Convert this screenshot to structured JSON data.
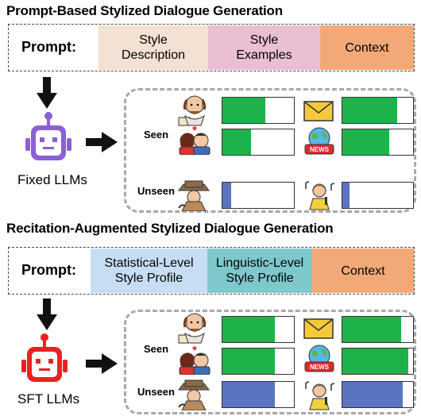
{
  "top": {
    "title": "Prompt-Based Stylized Dialogue Generation",
    "prompt_label": "Prompt:",
    "segments": [
      {
        "line1": "Style",
        "line2": "Description",
        "color": "#f3e1d3"
      },
      {
        "line1": "Style",
        "line2": "Examples",
        "color": "#e9bfd3"
      },
      {
        "line1": "Context",
        "line2": "",
        "color": "#f3a878"
      }
    ],
    "model_label": "Fixed LLMs",
    "robot_color": "#8b5fd6",
    "rows": {
      "seen": "Seen",
      "unseen": "Unseen"
    },
    "bars": [
      {
        "row": "seen-1",
        "col": 1,
        "level": 0.6,
        "kind": "green"
      },
      {
        "row": "seen-1",
        "col": 2,
        "level": 0.78,
        "kind": "green"
      },
      {
        "row": "seen-2",
        "col": 1,
        "level": 0.4,
        "kind": "green"
      },
      {
        "row": "seen-2",
        "col": 2,
        "level": 0.66,
        "kind": "green"
      },
      {
        "row": "unseen",
        "col": 1,
        "level": 0.12,
        "kind": "blue"
      },
      {
        "row": "unseen",
        "col": 2,
        "level": 0.1,
        "kind": "blue"
      }
    ]
  },
  "bottom": {
    "title": "Recitation-Augmented Stylized Dialogue Generation",
    "prompt_label": "Prompt:",
    "segments": [
      {
        "line1": "Statistical-Level",
        "line2": "Style Profile",
        "color": "#c6ddf3"
      },
      {
        "line1": "Linguistic-Level",
        "line2": "Style Profile",
        "color": "#7ec8cc"
      },
      {
        "line1": "Context",
        "line2": "",
        "color": "#f3a878"
      }
    ],
    "model_label": "SFT LLMs",
    "robot_color": "#e82222",
    "rows": {
      "seen": "Seen",
      "unseen": "Unseen"
    },
    "bars": [
      {
        "row": "seen-1",
        "col": 1,
        "level": 0.73,
        "kind": "green"
      },
      {
        "row": "seen-1",
        "col": 2,
        "level": 0.83,
        "kind": "green"
      },
      {
        "row": "seen-2",
        "col": 1,
        "level": 0.73,
        "kind": "green"
      },
      {
        "row": "seen-2",
        "col": 2,
        "level": 0.93,
        "kind": "green"
      },
      {
        "row": "unseen",
        "col": 1,
        "level": 0.73,
        "kind": "blue"
      },
      {
        "row": "unseen",
        "col": 2,
        "level": 0.85,
        "kind": "blue"
      }
    ]
  },
  "icons": [
    "shakespeare-icon",
    "romance-couple-icon",
    "detective-icon",
    "envelope-icon",
    "news-globe-icon",
    "singer-icon"
  ],
  "colors": {
    "green": "#1db34a",
    "blue": "#5b74bf"
  }
}
